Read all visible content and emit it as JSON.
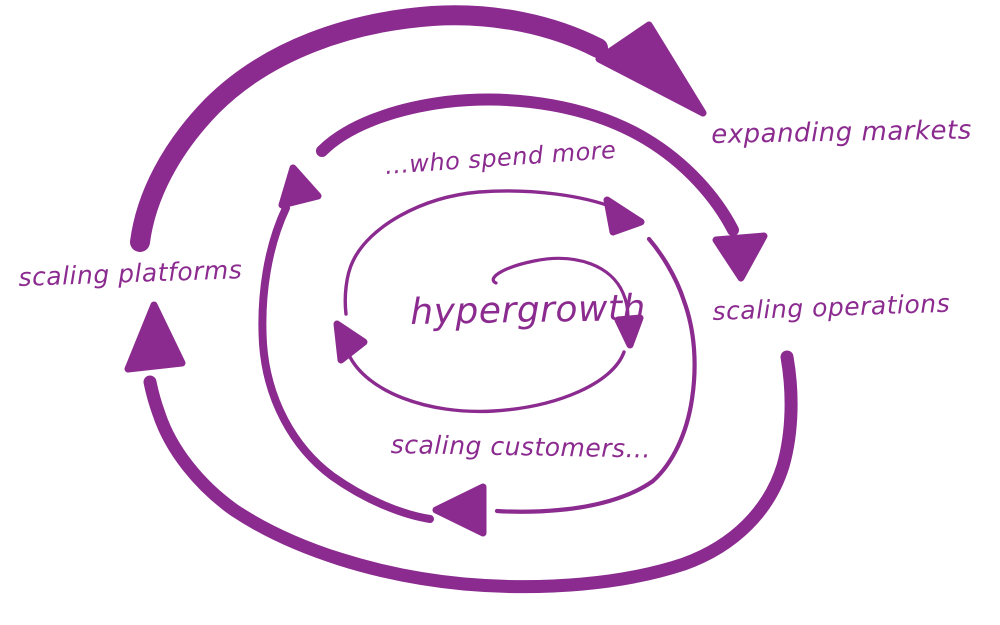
{
  "diagram": {
    "type": "hand-drawn outward spiral flywheel, clockwise flow",
    "center_label": "hypergrowth",
    "labels": {
      "who_spend_more": "...who spend more",
      "expanding_markets": "expanding markets",
      "scaling_operations": "scaling operations",
      "scaling_platforms": "scaling platforms",
      "scaling_customers": "scaling customers..."
    },
    "colors": {
      "ink": "#8b2b8f",
      "background": "#ffffff"
    }
  }
}
